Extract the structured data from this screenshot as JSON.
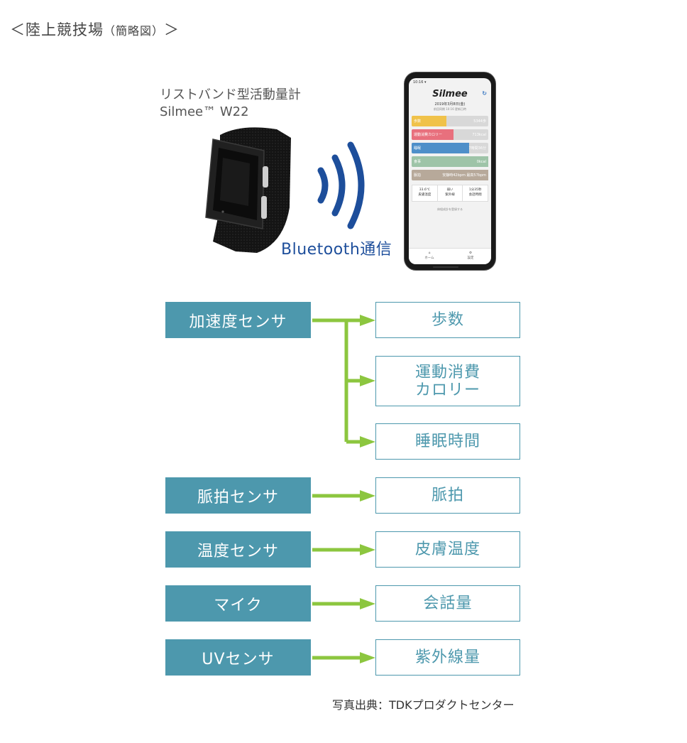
{
  "heading": {
    "main": "＜陸上競技場",
    "paren": "（簡略図）",
    "close": "＞"
  },
  "device": {
    "line1": "リストバンド型活動量計",
    "line2": "Silmee™ W22"
  },
  "bluetooth": {
    "label": "Bluetooth通信",
    "color": "#1d4e9b"
  },
  "phone": {
    "status_time": "10:16 ▾",
    "app_name": "Silmee",
    "date": "2019年3月8日(金)",
    "sub": "前回同期 10:16 更新日時",
    "rows": [
      {
        "label": "歩数",
        "value": "5344歩",
        "color": "#f0c24a",
        "fill": 0.45,
        "icon": "shoe-icon"
      },
      {
        "label": "運動消費カロリー",
        "value": "713kcal",
        "color": "#e8707d",
        "fill": 0.55,
        "icon": "flame-icon"
      },
      {
        "label": "睡眠",
        "value": "7時間36分",
        "color": "#4e8fc9",
        "fill": 0.75,
        "icon": "moon-icon"
      },
      {
        "label": "食事",
        "value": "0kcal",
        "color": "#9ec4a8",
        "fill": 1.0,
        "icon": "fork-icon"
      },
      {
        "label": "脈拍",
        "value": "安静時42bpm 最高57bpm",
        "color": "#b7a99a",
        "fill": 1.0,
        "icon": "heart-icon"
      }
    ],
    "stats": [
      {
        "value": "33.6℃",
        "label": "皮膚温度"
      },
      {
        "value": "弱い",
        "label": "紫外線"
      },
      {
        "value": "1分35秒",
        "label": "会話時間"
      }
    ],
    "note": "体組成計を登録する",
    "nav": [
      "ホーム",
      "設定"
    ]
  },
  "colors": {
    "sensor": "#4d98ad",
    "metric_border": "#4d98ad",
    "arrow": "#8cc63f"
  },
  "sensors": [
    {
      "label": "加速度センサ"
    },
    {
      "label": "脈拍センサ"
    },
    {
      "label": "温度センサ"
    },
    {
      "label": "マイク"
    },
    {
      "label": "UVセンサ"
    }
  ],
  "metrics": [
    {
      "lines": [
        "歩数"
      ]
    },
    {
      "lines": [
        "運動消費",
        "カロリー"
      ]
    },
    {
      "lines": [
        "睡眠時間"
      ]
    },
    {
      "lines": [
        "脈拍"
      ]
    },
    {
      "lines": [
        "皮膚温度"
      ]
    },
    {
      "lines": [
        "会話量"
      ]
    },
    {
      "lines": [
        "紫外線量"
      ]
    }
  ],
  "credit": "写真出典：TDKプロダクトセンター"
}
